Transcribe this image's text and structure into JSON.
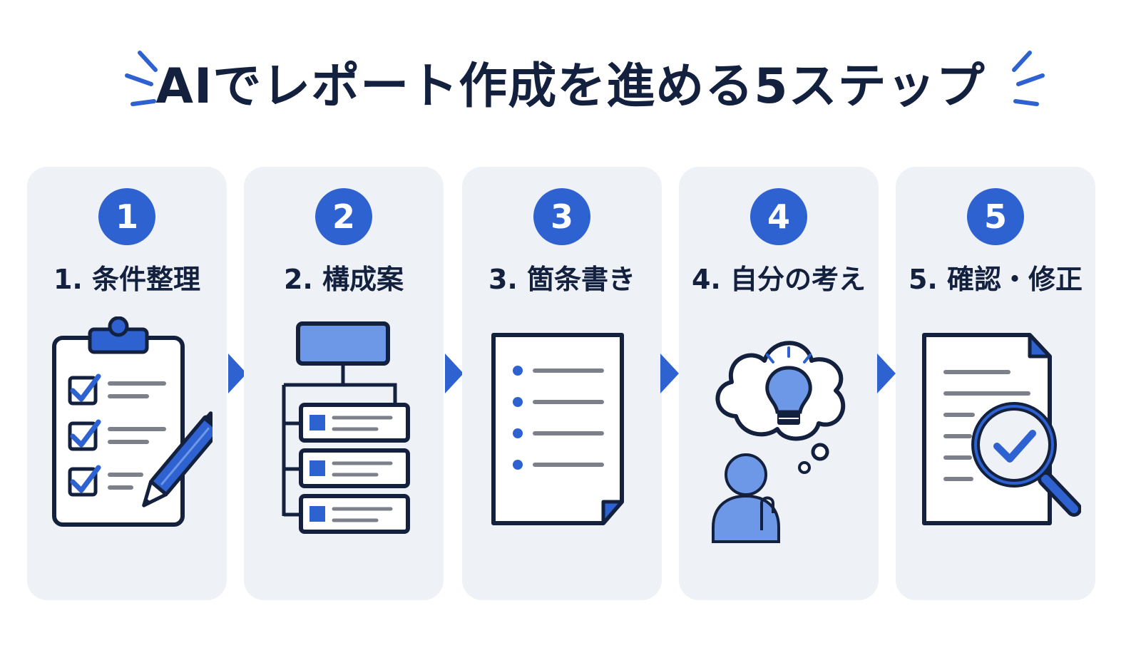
{
  "title": "AIでレポート作成を進める5ステップ",
  "colors": {
    "accent": "#2e62d1",
    "accent_light": "#6d98e8",
    "navy": "#13213f",
    "line_gray": "#7c808a",
    "card_bg": "#eef1f6"
  },
  "steps": [
    {
      "number": "1",
      "label": "1. 条件整理",
      "icon": "clipboard-checklist-pencil-icon"
    },
    {
      "number": "2",
      "label": "2. 構成案",
      "icon": "outline-hierarchy-icon"
    },
    {
      "number": "3",
      "label": "3. 箇条書き",
      "icon": "bullet-list-document-icon"
    },
    {
      "number": "4",
      "label": "4. 自分の考え",
      "icon": "thinking-person-lightbulb-icon"
    },
    {
      "number": "5",
      "label": "5. 確認・修正",
      "icon": "document-magnifier-check-icon"
    }
  ]
}
